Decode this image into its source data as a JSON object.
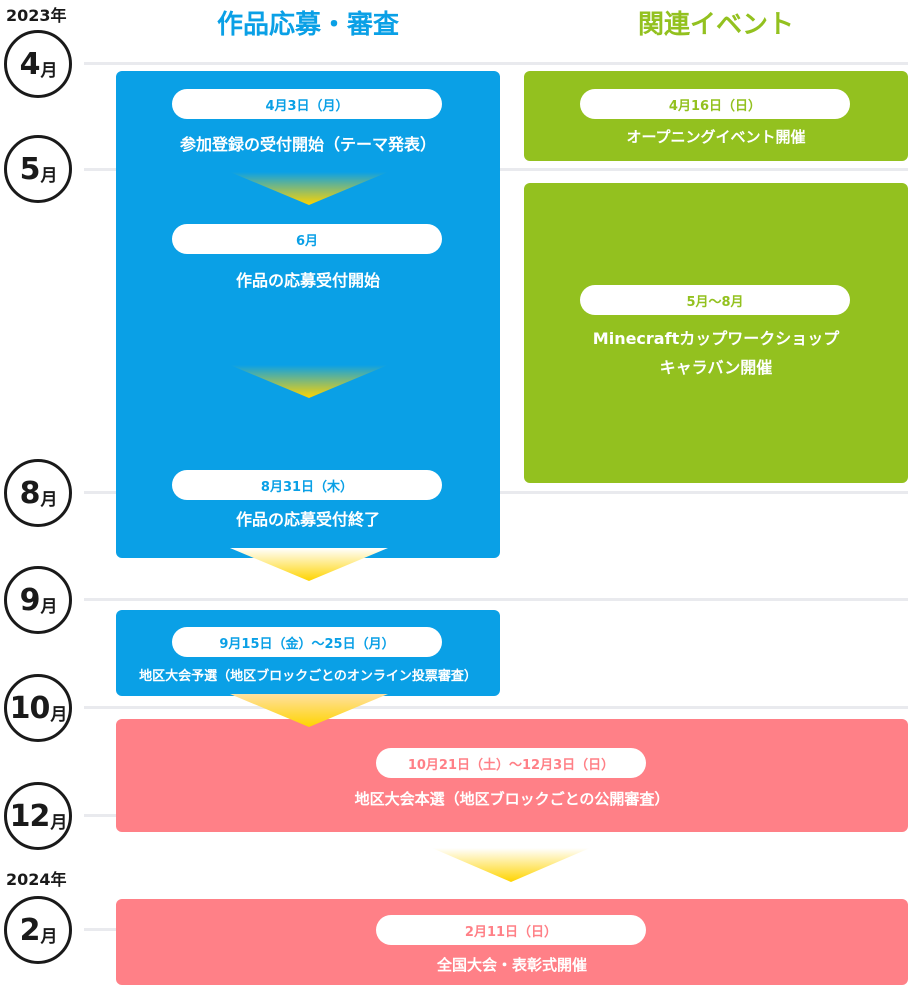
{
  "years": {
    "y2023": "2023年",
    "y2024": "2024年"
  },
  "months": [
    {
      "num": "4",
      "unit": "月"
    },
    {
      "num": "5",
      "unit": "月"
    },
    {
      "num": "8",
      "unit": "月"
    },
    {
      "num": "9",
      "unit": "月"
    },
    {
      "num": "10",
      "unit": "月"
    },
    {
      "num": "12",
      "unit": "月"
    },
    {
      "num": "2",
      "unit": "月"
    }
  ],
  "columns": {
    "left_title": "作品応募・審査",
    "right_title": "関連イベント"
  },
  "colors": {
    "blue": "#0aa0e6",
    "green": "#93c11f",
    "pink": "#ff8087",
    "arrow_top": "#ffd400"
  },
  "events": {
    "e1": {
      "date": "4月3日（月）",
      "text": "参加登録の受付開始（テーマ発表）"
    },
    "e2": {
      "date": "6月",
      "text": "作品の応募受付開始"
    },
    "e3": {
      "date": "8月31日（木）",
      "text": "作品の応募受付終了"
    },
    "e4": {
      "date": "9月15日（金）～25日（月）",
      "text": "地区大会予選（地区ブロックごとのオンライン投票審査）"
    },
    "e5": {
      "date": "10月21日（土）～12月3日（日）",
      "text": "地区大会本選（地区ブロックごとの公開審査）"
    },
    "e6": {
      "date": "2月11日（日）",
      "text": "全国大会・表彰式開催"
    },
    "r1": {
      "date": "4月16日（日）",
      "text": "オープニングイベント開催"
    },
    "r2": {
      "date": "5月～8月",
      "line1": "Minecraftカップワークショップ",
      "line2": "キャラバン開催"
    }
  }
}
